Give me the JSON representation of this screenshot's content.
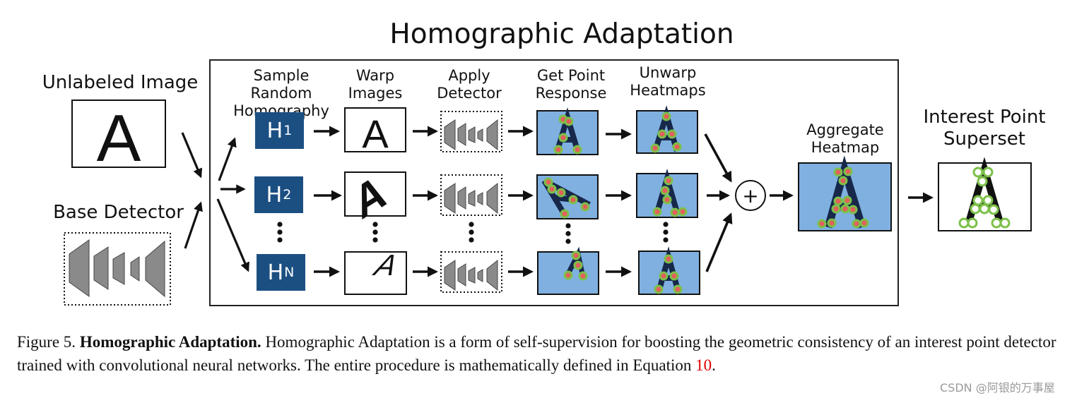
{
  "diagram": {
    "title": "Homographic Adaptation",
    "input_labels": {
      "unlabeled_image": "Unlabeled Image",
      "base_detector": "Base Detector"
    },
    "steps": {
      "sample": "Sample Random\nHomography",
      "warp": "Warp\nImages",
      "apply": "Apply\nDetector",
      "response": "Get Point\nResponse",
      "unwarp": "Unwarp\nHeatmaps",
      "aggregate": "Aggregate\nHeatmap",
      "superset": "Interest Point\nSuperset"
    },
    "letter": "A",
    "homographies": [
      {
        "base": "H",
        "sub": "1"
      },
      {
        "base": "H",
        "sub": "2"
      },
      {
        "base": "H",
        "sub": "N"
      }
    ],
    "sum_symbol": "+",
    "colors": {
      "homography_box": "#1b4f82",
      "heatmap_bg": "#7fb0e0",
      "keypoint_ring": "#7cc04a",
      "keypoint_core": "#e3605c",
      "caption_ref": "#e00000"
    }
  },
  "caption": {
    "prefix": "Figure 5. ",
    "bold": "Homographic Adaptation.",
    "text": " Homographic Adaptation is a form of self-supervision for boosting the geometric consistency of an interest point detector trained with convolutional neural networks. The entire procedure is mathematically defined in Equation ",
    "ref": "10",
    "suffix": "."
  },
  "watermark": "CSDN @阿银的万事屋"
}
